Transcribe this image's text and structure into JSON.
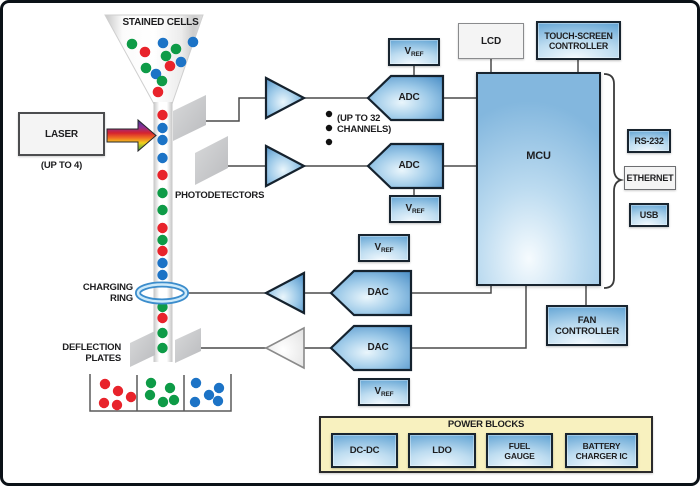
{
  "labels": {
    "stained_cells": "STAINED CELLS",
    "laser": "LASER",
    "laser_note": "(UP TO 4)",
    "photodetectors": "PHOTODETECTORS",
    "channels_note": "(UP TO 32\nCHANNELS)",
    "charging_ring": "CHARGING\nRING",
    "deflection_plates": "DEFLECTION\nPLATES",
    "adc": "ADC",
    "dac": "DAC",
    "vref_main": "V",
    "vref_sub": "REF",
    "lcd": "LCD",
    "touch_screen_controller": "TOUCH-SCREEN\nCONTROLLER",
    "mcu": "MCU",
    "rs232": "RS-232",
    "ethernet": "ETHERNET",
    "usb": "USB",
    "fan_controller": "FAN\nCONTROLLER",
    "power_blocks_title": "POWER BLOCKS",
    "power_blocks": [
      "DC-DC",
      "LDO",
      "FUEL\nGAUGE",
      "BATTERY\nCHARGER IC"
    ]
  },
  "colors": {
    "cell_red": "#e8232b",
    "cell_green": "#0e9b47",
    "cell_blue": "#1c73c6",
    "panel_yellow": "#f8f1bf",
    "line": "#4a4a4a",
    "box_border": "#18242f"
  }
}
